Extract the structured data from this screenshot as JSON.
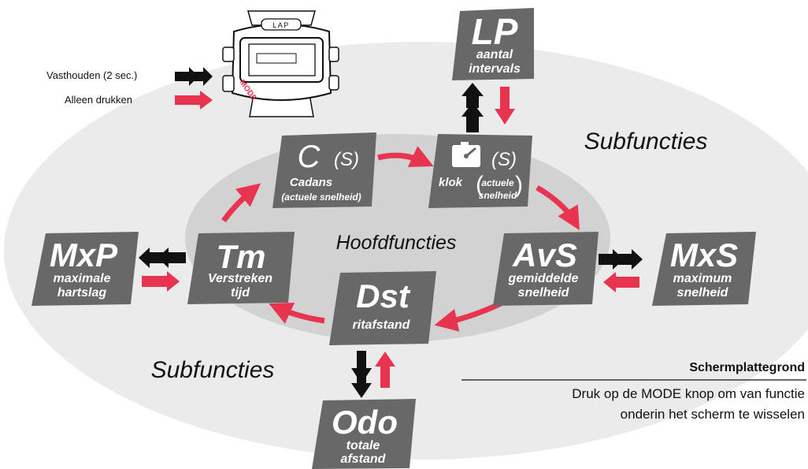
{
  "watch": {
    "lap_label": "LAP",
    "mode_label": "MODE"
  },
  "controls": {
    "hold_label": "Vasthouden (2 sec.)",
    "press_label": "Alleen drukken"
  },
  "zones": {
    "main_label": "Hoofdfuncties",
    "sub_label_right": "Subfuncties",
    "sub_label_left": "Subfuncties"
  },
  "tiles": {
    "lp": {
      "title": "LP",
      "line1": "aantal",
      "line2": "intervals"
    },
    "cad": {
      "title": "C",
      "suffix": "(S)",
      "line1": "Cadans",
      "line2": "(actuele snelheid)"
    },
    "klok": {
      "icon": "stopwatch-icon",
      "suffix": "(S)",
      "line1": "klok",
      "paren1": "actuele",
      "paren2": "snelheid"
    },
    "tm": {
      "title": "Tm",
      "line1": "Verstreken",
      "line2": "tijd"
    },
    "avs": {
      "title": "AvS",
      "line1": "gemiddelde",
      "line2": "snelheid"
    },
    "dst": {
      "title": "Dst",
      "line1": "ritafstand"
    },
    "mxp": {
      "title": "MxP",
      "line1": "maximale",
      "line2": "hartslag"
    },
    "mxs": {
      "title": "MxS",
      "line1": "maximum",
      "line2": "snelheid"
    },
    "odo": {
      "title": "Odo",
      "line1": "totale",
      "line2": "afstand"
    }
  },
  "legend": {
    "title": "Schermplattegrond",
    "line1": "Druk op de MODE knop om van functie",
    "line2": "onderin het scherm te wisselen"
  },
  "colors": {
    "tile": "#686868",
    "outer_ellipse": "#ebebeb",
    "inner_ellipse": "#d2d2d2",
    "red_arrow": "#e8344f",
    "black_arrow": "#111111"
  }
}
